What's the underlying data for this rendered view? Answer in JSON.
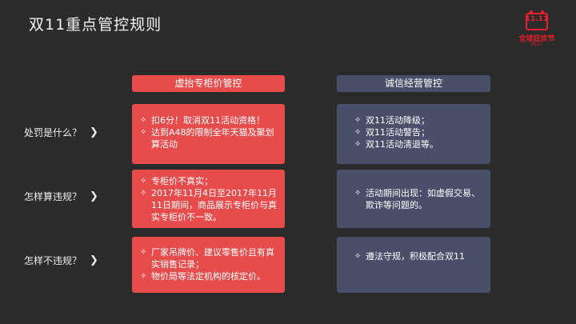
{
  "title": "双11重点管控规则",
  "logo": {
    "number": "11.11",
    "text": "全球狂欢节",
    "year": "2017"
  },
  "headers": {
    "left": "虚抬专柜价管控",
    "right": "诚信经营管控"
  },
  "rows": [
    {
      "label": "处罚是什么？",
      "left": [
        "扣6分！取消双11活动资格！",
        "达到A48的限制全年天猫及聚划算活动"
      ],
      "right": [
        "双11活动降级；",
        "双11活动警告；",
        "双11活动清退等。"
      ]
    },
    {
      "label": "怎样算违规？",
      "left": [
        "专柜价不真实；",
        "2017年11月4日至2017年11月11日期间，商品展示专柜价与真实专柜价不一致。"
      ],
      "right": [
        "活动期间出现：如虚假交易、欺诈等问题的。"
      ]
    },
    {
      "label": "怎样不违规？",
      "left": [
        "厂家吊牌价、建议零售价且有真实销售记录；",
        "物价局等法定机构的核定价。"
      ],
      "right": [
        "遵法守规，积极配合双11"
      ]
    }
  ],
  "icons": {
    "bullet": "diamond-outline-icon",
    "arrow": "chevron-right-icon"
  },
  "colors": {
    "background": "#2b2b2b",
    "red": "#e64c4c",
    "blue": "#4a4f69",
    "logo": "#e8202d"
  }
}
